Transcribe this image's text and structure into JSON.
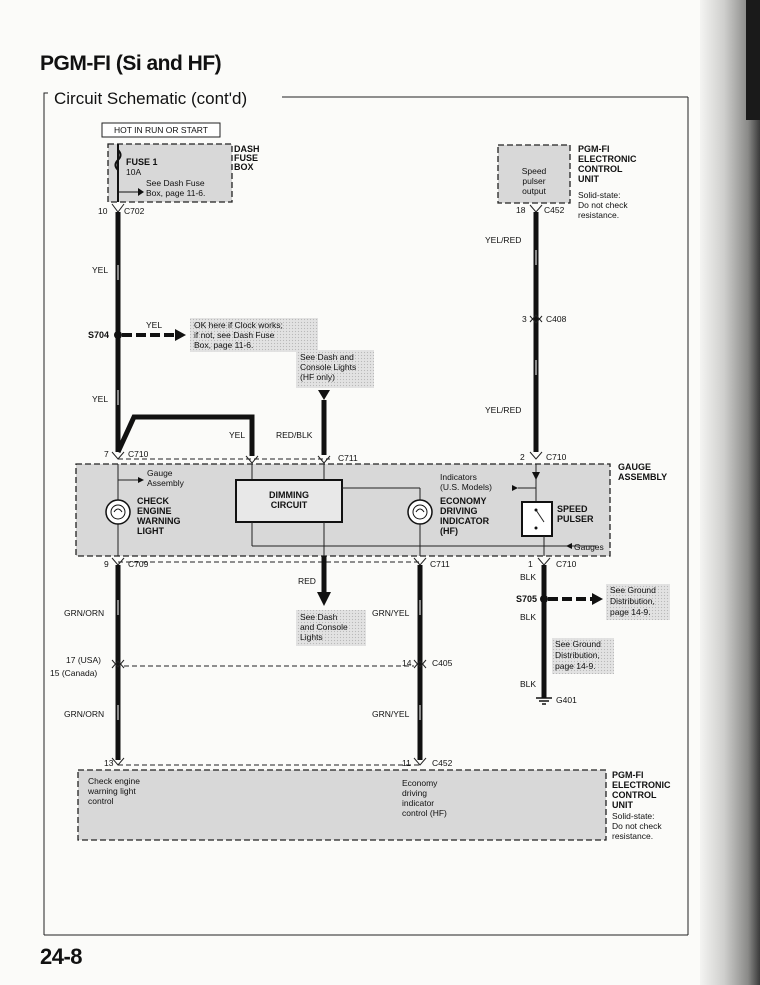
{
  "page": {
    "title": "PGM-FI (Si and HF)",
    "subtitle": "Circuit Schematic (cont'd)",
    "page_number": "24-8"
  },
  "top": {
    "hot_label": "HOT IN RUN OR START",
    "dash_fuse_box": [
      "DASH",
      "FUSE",
      "BOX"
    ],
    "fuse_name": "FUSE 1",
    "fuse_amps": "10A",
    "fuse_ref": [
      "See Dash Fuse",
      "Box, page 11-6."
    ],
    "pin_left_top": "10",
    "conn_c702": "C702",
    "speed_pulser_output": [
      "Speed",
      "pulser",
      "output"
    ],
    "ecu_top": [
      "PGM-FI",
      "ELECTRONIC",
      "CONTROL",
      "UNIT"
    ],
    "ecu_top_note": [
      "Solid-state:",
      "Do not check",
      "resistance."
    ],
    "pin_18": "18",
    "conn_c452_top": "C452"
  },
  "wires": {
    "yel_1": "YEL",
    "yel_2": "YEL",
    "yel_3": "YEL",
    "yel_4": "YEL",
    "red_blk": "RED/BLK",
    "yel_red_1": "YEL/RED",
    "yel_red_2": "YEL/RED",
    "red": "RED",
    "grn_orn_1": "GRN/ORN",
    "grn_orn_2": "GRN/ORN",
    "grn_yel_1": "GRN/YEL",
    "grn_yel_2": "GRN/YEL",
    "blk_1": "BLK",
    "blk_2": "BLK",
    "blk_3": "BLK"
  },
  "splices": {
    "s704": "S704",
    "s704_note": [
      "OK here if Clock works;",
      "if not, see Dash Fuse",
      "Box, page 11-6."
    ],
    "dash_lights_hf": [
      "See Dash and",
      "Console Lights",
      "(HF only)"
    ],
    "pin_3": "3",
    "conn_c408": "C408",
    "s705": "S705",
    "s705_note": [
      "See Ground",
      "Distribution,",
      "page 14-9."
    ],
    "ground_note": [
      "See Ground",
      "Distribution,",
      "page 14-9."
    ],
    "g401": "G401"
  },
  "gauge": {
    "pin_7": "7",
    "conn_c710_left": "C710",
    "conn_c711_top": "C711",
    "pin_2": "2",
    "conn_c710_right": "C710",
    "assembly_label": [
      "GAUGE",
      "ASSEMBLY"
    ],
    "gauge_assembly_small": [
      "Gauge",
      "Assembly"
    ],
    "check_engine": [
      "CHECK",
      "ENGINE",
      "WARNING",
      "LIGHT"
    ],
    "dimming_circuit": [
      "DIMMING",
      "CIRCUIT"
    ],
    "indicators": [
      "Indicators",
      "(U.S. Models)"
    ],
    "economy": [
      "ECONOMY",
      "DRIVING",
      "INDICATOR",
      "(HF)"
    ],
    "speed_pulser": [
      "SPEED",
      "PULSER"
    ],
    "gauges": "Gauges",
    "pin_9": "9",
    "conn_c709": "C709",
    "conn_c711_bottom": "C711",
    "pin_1": "1",
    "conn_c710_bottom": "C710"
  },
  "lower": {
    "dash_console_lights": [
      "See Dash",
      "and Console",
      "Lights"
    ],
    "pin_17_usa": "17  (USA)",
    "pin_15_canada": "15  (Canada)",
    "pin_14": "14",
    "conn_c405": "C405",
    "pin_13": "13",
    "pin_11": "11",
    "conn_c452": "C452",
    "check_engine_control": [
      "Check engine",
      "warning light",
      "control"
    ],
    "economy_control": [
      "Economy",
      "driving",
      "indicator",
      "control (HF)"
    ],
    "ecu": [
      "PGM-FI",
      "ELECTRONIC",
      "CONTROL",
      "UNIT"
    ],
    "ecu_note": [
      "Solid-state:",
      "Do not check",
      "resistance."
    ]
  }
}
